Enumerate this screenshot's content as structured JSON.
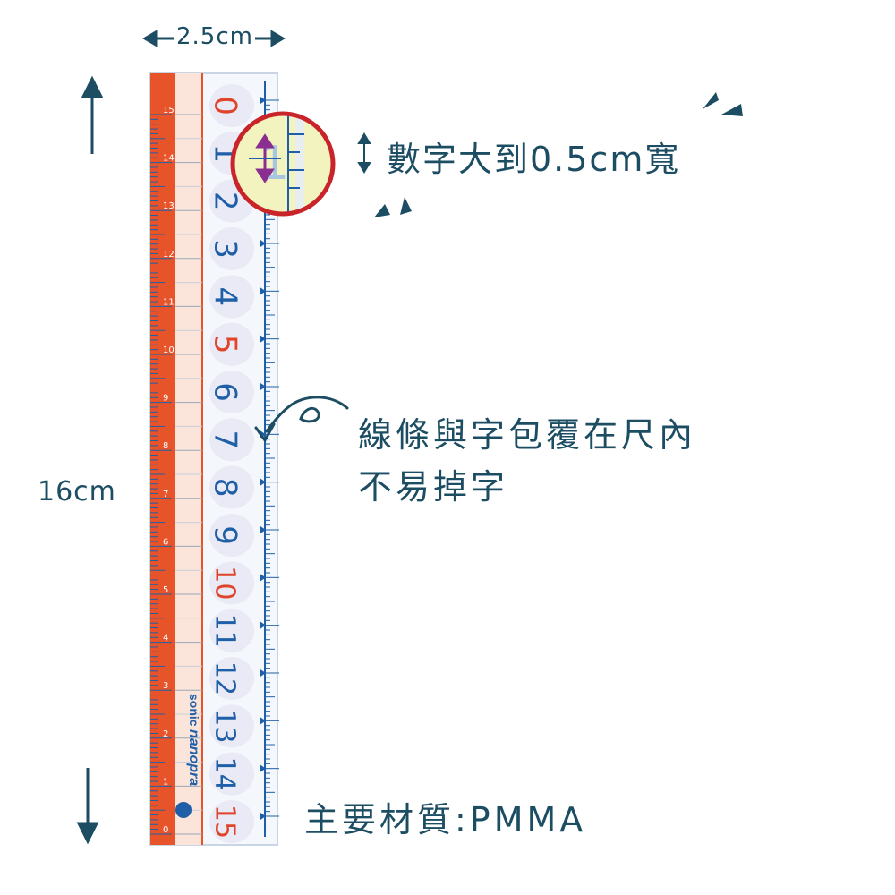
{
  "dimensions": {
    "width_label": "2.5cm",
    "height_label": "16cm"
  },
  "callouts": {
    "digit_size": "數字大到0.5cm寬",
    "lines_line1": "線條與字包覆在尺內",
    "lines_line2": "不易掉字",
    "material": "主要材質:PMMA"
  },
  "ruler": {
    "cm_scale_labels": [
      "0",
      "1",
      "2",
      "3",
      "4",
      "5",
      "6",
      "7",
      "8",
      "9",
      "10",
      "11",
      "12",
      "13",
      "14",
      "15"
    ],
    "big_numbers": [
      "0",
      "1",
      "2",
      "3",
      "4",
      "5",
      "6",
      "7",
      "8",
      "9",
      "10",
      "11",
      "12",
      "13",
      "14",
      "15"
    ],
    "red_numbers": [
      "0",
      "5",
      "10",
      "15"
    ],
    "brand_text": "sonic nanopra"
  },
  "colors": {
    "ink": "#1d4d63",
    "ruler_orange": "#e8542a",
    "ruler_blue": "#1f5fa8",
    "number_red": "#e0452c",
    "magnifier_ring": "#c8242a",
    "magnifier_fill": "#f3f3c0"
  }
}
